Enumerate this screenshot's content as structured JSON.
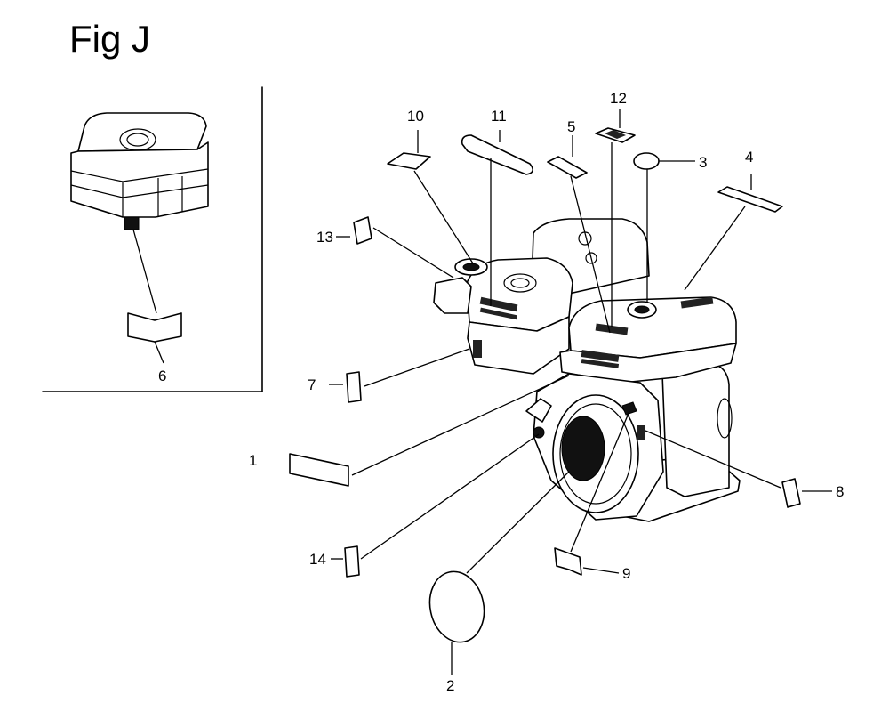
{
  "figure": {
    "title": "Fig J"
  },
  "callouts": [
    {
      "id": "1",
      "label": "1"
    },
    {
      "id": "2",
      "label": "2"
    },
    {
      "id": "3",
      "label": "3"
    },
    {
      "id": "4",
      "label": "4"
    },
    {
      "id": "5",
      "label": "5"
    },
    {
      "id": "6",
      "label": "6"
    },
    {
      "id": "7",
      "label": "7"
    },
    {
      "id": "8",
      "label": "8"
    },
    {
      "id": "9",
      "label": "9"
    },
    {
      "id": "10",
      "label": "10"
    },
    {
      "id": "11",
      "label": "11"
    },
    {
      "id": "12",
      "label": "12"
    },
    {
      "id": "13",
      "label": "13"
    },
    {
      "id": "14",
      "label": "14"
    }
  ],
  "colors": {
    "line": "#000000",
    "background": "#ffffff",
    "label_fill": "#222222"
  }
}
